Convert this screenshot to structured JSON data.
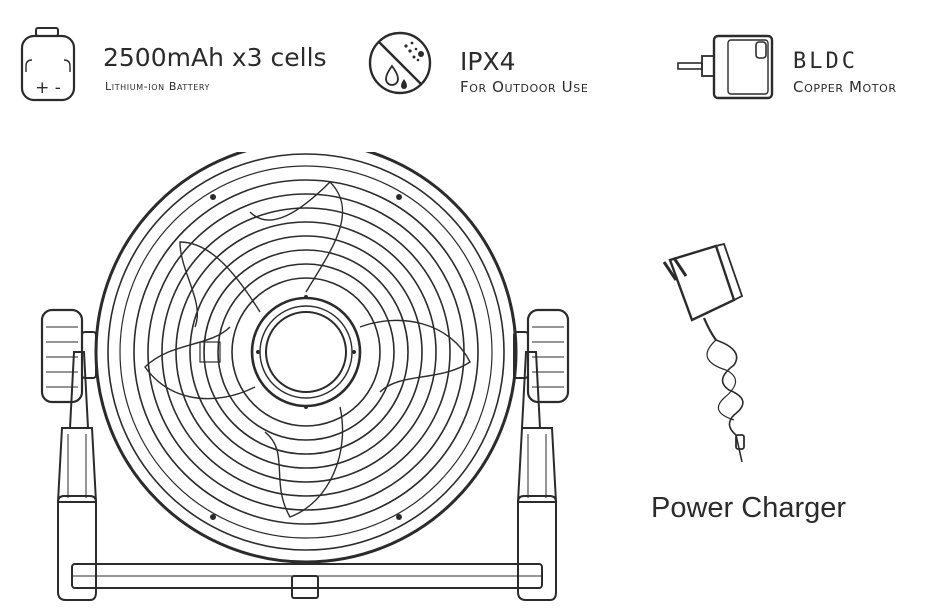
{
  "features": {
    "battery": {
      "title": "2500mAh x3 cells",
      "subtitle": "Lithium-ion Battery",
      "icon": "battery-icon",
      "polarity": "+ -"
    },
    "water": {
      "title": "IPX4",
      "subtitle": "For Outdoor Use",
      "icon": "no-water-icon"
    },
    "motor": {
      "title": "BLDC",
      "subtitle": "Copper Motor",
      "icon": "motor-icon"
    }
  },
  "accessory": {
    "label": "Power Charger",
    "icon": "power-adapter-icon"
  },
  "product": {
    "icon": "fan-illustration"
  },
  "colors": {
    "line": "#2b2b2b",
    "background": "#ffffff"
  }
}
